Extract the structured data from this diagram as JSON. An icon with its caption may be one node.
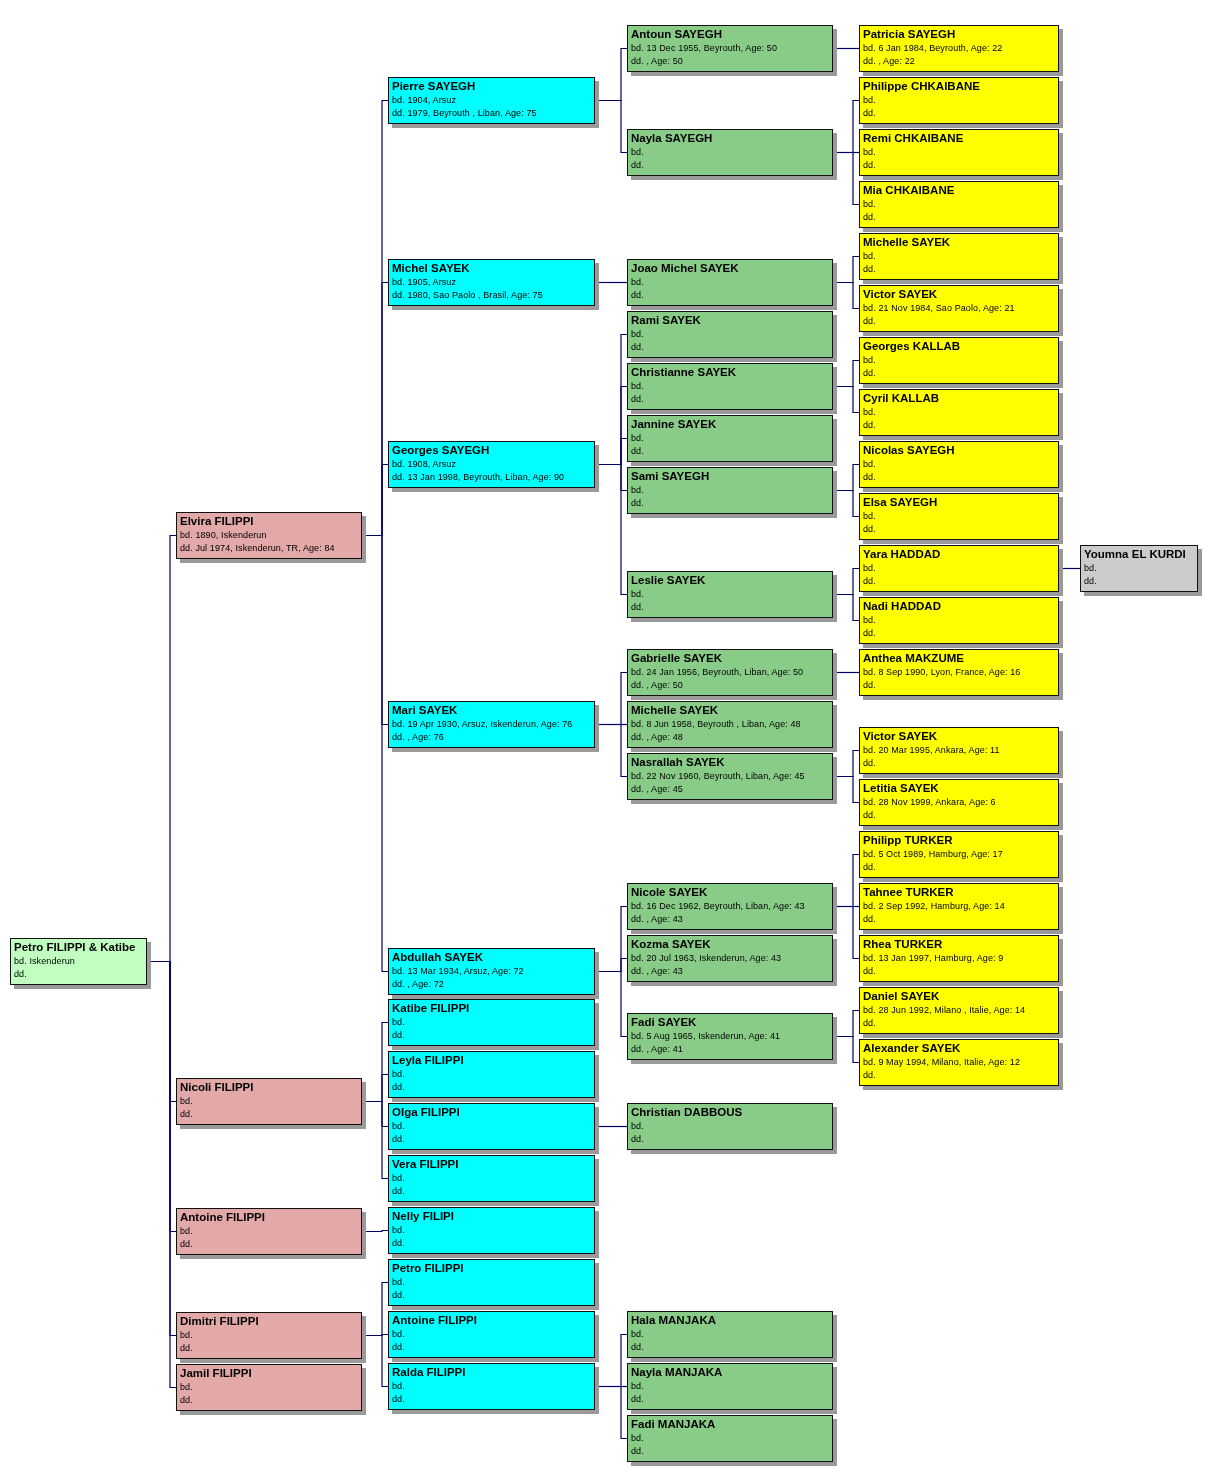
{
  "diagram": {
    "nodes": [
      {
        "text": [
          "Petro FILIPPI & Katibe",
          "bd. Iskenderun",
          "dd."
        ]
      },
      {
        "text": [
          "Elvira FILIPPI",
          "bd. 1890, Iskenderun",
          "dd. Jul 1974, Iskenderun, TR, Age: 84"
        ]
      },
      {
        "text": [
          "Pierre SAYEGH",
          "bd. 1904, Arsuz",
          "dd. 1979, Beyrouth , Liban, Age: 75"
        ]
      },
      {
        "text": [
          "Antoun SAYEGH",
          "bd. 13 Dec 1955, Beyrouth, Age: 50",
          "dd. , Age: 50"
        ]
      },
      {
        "text": [
          "Patricia SAYEGH",
          "bd. 6 Jan 1984, Beyrouth, Age: 22",
          "dd. , Age: 22"
        ]
      },
      {
        "text": [
          "Nayla SAYEGH",
          "bd.",
          "dd."
        ]
      },
      {
        "text": [
          "Philippe CHKAIBANE",
          "bd.",
          "dd."
        ]
      },
      {
        "text": [
          "Remi CHKAIBANE",
          "bd.",
          "dd."
        ]
      },
      {
        "text": [
          "Mia CHKAIBANE",
          "bd.",
          "dd."
        ]
      },
      {
        "text": [
          "Michel SAYEK",
          "bd. 1905, Arsuz",
          "dd. 1980, Sao Paolo , Brasil, Age: 75"
        ]
      },
      {
        "text": [
          "Joao Michel SAYEK",
          "bd.",
          "dd."
        ]
      },
      {
        "text": [
          "Michelle SAYEK",
          "bd.",
          "dd."
        ]
      },
      {
        "text": [
          "Victor SAYEK",
          "bd. 21 Nov 1984, Sao Paolo, Age: 21",
          "dd."
        ]
      },
      {
        "text": [
          "Georges SAYEGH",
          "bd. 1908, Arsuz",
          "dd. 13 Jan 1998, Beyrouth, Liban, Age: 90"
        ]
      },
      {
        "text": [
          "Rami SAYEK",
          "bd.",
          "dd."
        ]
      },
      {
        "text": [
          "Christianne SAYEK",
          "bd.",
          "dd."
        ]
      },
      {
        "text": [
          "Georges KALLAB",
          "bd.",
          "dd."
        ]
      },
      {
        "text": [
          "Cyril KALLAB",
          "bd.",
          "dd."
        ]
      },
      {
        "text": [
          "Jannine SAYEK",
          "bd.",
          "dd."
        ]
      },
      {
        "text": [
          "Sami SAYEGH",
          "bd.",
          "dd."
        ]
      },
      {
        "text": [
          "Nicolas SAYEGH",
          "bd.",
          "dd."
        ]
      },
      {
        "text": [
          "Elsa SAYEGH",
          "bd.",
          "dd."
        ]
      },
      {
        "text": [
          "Leslie SAYEK",
          "bd.",
          "dd."
        ]
      },
      {
        "text": [
          "Yara HADDAD",
          "bd.",
          "dd."
        ]
      },
      {
        "text": [
          "Youmna EL KURDI",
          "bd.",
          "dd."
        ]
      },
      {
        "text": [
          "Nadi HADDAD",
          "bd.",
          "dd."
        ]
      },
      {
        "text": [
          "Mari SAYEK",
          "bd. 19 Apr 1930, Arsuz, Iskenderun, Age: 76",
          "dd. , Age: 76"
        ]
      },
      {
        "text": [
          "Gabrielle SAYEK",
          "bd. 24 Jan 1956, Beyrouth, Liban, Age: 50",
          "dd. , Age: 50"
        ]
      },
      {
        "text": [
          "Anthea MAKZUME",
          "bd. 8 Sep 1990, Lyon, France, Age: 16",
          "dd."
        ]
      },
      {
        "text": [
          "Michelle SAYEK",
          "bd. 8 Jun 1958, Beyrouth , Liban, Age: 48",
          "dd. , Age: 48"
        ]
      },
      {
        "text": [
          "Nasrallah SAYEK",
          "bd. 22 Nov 1960, Beyrouth, Liban, Age: 45",
          "dd. , Age: 45"
        ]
      },
      {
        "text": [
          "Victor SAYEK",
          "bd. 20 Mar 1995, Ankara, Age: 11",
          "dd."
        ]
      },
      {
        "text": [
          "Letitia SAYEK",
          "bd. 28 Nov 1999, Ankara, Age: 6",
          "dd."
        ]
      },
      {
        "text": [
          "Abdullah SAYEK",
          "bd. 13 Mar 1934, Arsuz, Age: 72",
          "dd. , Age: 72"
        ]
      },
      {
        "text": [
          "Nicole SAYEK",
          "bd. 16 Dec 1962, Beyrouth, Liban, Age: 43",
          "dd. , Age: 43"
        ]
      },
      {
        "text": [
          "Philipp TURKER",
          "bd. 5 Oct 1989, Hamburg, Age: 17",
          "dd."
        ]
      },
      {
        "text": [
          "Tahnee TURKER",
          "bd. 2 Sep 1992, Hamburg, Age: 14",
          "dd."
        ]
      },
      {
        "text": [
          "Rhea TURKER",
          "bd. 13 Jan 1997, Hamburg, Age: 9",
          "dd."
        ]
      },
      {
        "text": [
          "Kozma SAYEK",
          "bd. 20 Jul 1963, Iskenderun, Age: 43",
          "dd. , Age: 43"
        ]
      },
      {
        "text": [
          "Fadi SAYEK",
          "bd. 5 Aug 1965, Iskenderun, Age: 41",
          "dd. , Age: 41"
        ]
      },
      {
        "text": [
          "Daniel SAYEK",
          "bd. 28 Jun 1992, Milano , Italie, Age: 14",
          "dd."
        ]
      },
      {
        "text": [
          "Alexander SAYEK",
          "bd. 9 May 1994, Milano, Italie, Age: 12",
          "dd."
        ]
      },
      {
        "text": [
          "Nicoli FILIPPI",
          "bd.",
          "dd."
        ]
      },
      {
        "text": [
          "Katibe FILIPPI",
          "bd.",
          "dd."
        ]
      },
      {
        "text": [
          "Leyla FILIPPI",
          "bd.",
          "dd."
        ]
      },
      {
        "text": [
          "Olga FILIPPI",
          "bd.",
          "dd."
        ]
      },
      {
        "text": [
          "Christian DABBOUS",
          "bd.",
          "dd."
        ]
      },
      {
        "text": [
          "Vera FILIPPI",
          "bd.",
          "dd."
        ]
      },
      {
        "text": [
          "Antoine FILIPPI",
          "bd.",
          "dd."
        ]
      },
      {
        "text": [
          "Nelly FILIPI",
          "bd.",
          "dd."
        ]
      },
      {
        "text": [
          "Dimitri FILIPPI",
          "bd.",
          "dd."
        ]
      },
      {
        "text": [
          "Petro FILIPPI",
          "bd.",
          "dd."
        ]
      },
      {
        "text": [
          "Antoine FILIPPI",
          "bd.",
          "dd."
        ]
      },
      {
        "text": [
          "Ralda FILIPPI",
          "bd.",
          "dd."
        ]
      },
      {
        "text": [
          "Hala MANJAKA",
          "bd.",
          "dd."
        ]
      },
      {
        "text": [
          "Nayla MANJAKA",
          "bd.",
          "dd."
        ]
      },
      {
        "text": [
          "Fadi MANJAKA",
          "bd.",
          "dd."
        ]
      },
      {
        "text": [
          "Jamil FILIPPI",
          "bd.",
          "dd."
        ]
      }
    ],
    "edges": [
      {
        "from": 0,
        "to": 1,
        "arrow": "none"
      },
      {
        "from": 0,
        "to": 42,
        "arrow": "none"
      },
      {
        "from": 0,
        "to": 48,
        "arrow": "none"
      },
      {
        "from": 0,
        "to": 50,
        "arrow": "none"
      },
      {
        "from": 0,
        "to": 57,
        "arrow": "none"
      },
      {
        "from": 1,
        "to": 2,
        "arrow": "none"
      },
      {
        "from": 1,
        "to": 9,
        "arrow": "none"
      },
      {
        "from": 1,
        "to": 13,
        "arrow": "none"
      },
      {
        "from": 1,
        "to": 26,
        "arrow": "none"
      },
      {
        "from": 1,
        "to": 33,
        "arrow": "none"
      },
      {
        "from": 2,
        "to": 3,
        "arrow": "none"
      },
      {
        "from": 2,
        "to": 5,
        "arrow": "none"
      },
      {
        "from": 3,
        "to": 4,
        "arrow": "none"
      },
      {
        "from": 5,
        "to": 6,
        "arrow": "none"
      },
      {
        "from": 5,
        "to": 7,
        "arrow": "none"
      },
      {
        "from": 5,
        "to": 8,
        "arrow": "none"
      },
      {
        "from": 9,
        "to": 10,
        "arrow": "none"
      },
      {
        "from": 10,
        "to": 11,
        "arrow": "none"
      },
      {
        "from": 10,
        "to": 12,
        "arrow": "none"
      },
      {
        "from": 13,
        "to": 14,
        "arrow": "none"
      },
      {
        "from": 13,
        "to": 15,
        "arrow": "none"
      },
      {
        "from": 13,
        "to": 18,
        "arrow": "none"
      },
      {
        "from": 13,
        "to": 19,
        "arrow": "none"
      },
      {
        "from": 13,
        "to": 22,
        "arrow": "none"
      },
      {
        "from": 15,
        "to": 16,
        "arrow": "none"
      },
      {
        "from": 15,
        "to": 17,
        "arrow": "none"
      },
      {
        "from": 19,
        "to": 20,
        "arrow": "none"
      },
      {
        "from": 19,
        "to": 21,
        "arrow": "none"
      },
      {
        "from": 22,
        "to": 23,
        "arrow": "none"
      },
      {
        "from": 22,
        "to": 25,
        "arrow": "none"
      },
      {
        "from": 23,
        "to": 24,
        "arrow": "none"
      },
      {
        "from": 26,
        "to": 27,
        "arrow": "none"
      },
      {
        "from": 26,
        "to": 29,
        "arrow": "none"
      },
      {
        "from": 26,
        "to": 30,
        "arrow": "none"
      },
      {
        "from": 27,
        "to": 28,
        "arrow": "none"
      },
      {
        "from": 30,
        "to": 31,
        "arrow": "none"
      },
      {
        "from": 30,
        "to": 32,
        "arrow": "none"
      },
      {
        "from": 33,
        "to": 34,
        "arrow": "none"
      },
      {
        "from": 33,
        "to": 38,
        "arrow": "none"
      },
      {
        "from": 33,
        "to": 39,
        "arrow": "none"
      },
      {
        "from": 34,
        "to": 35,
        "arrow": "none"
      },
      {
        "from": 34,
        "to": 36,
        "arrow": "none"
      },
      {
        "from": 34,
        "to": 37,
        "arrow": "none"
      },
      {
        "from": 39,
        "to": 40,
        "arrow": "none"
      },
      {
        "from": 39,
        "to": 41,
        "arrow": "none"
      },
      {
        "from": 42,
        "to": 43,
        "arrow": "none"
      },
      {
        "from": 42,
        "to": 44,
        "arrow": "none"
      },
      {
        "from": 42,
        "to": 45,
        "arrow": "none"
      },
      {
        "from": 42,
        "to": 47,
        "arrow": "none"
      },
      {
        "from": 45,
        "to": 46,
        "arrow": "none"
      },
      {
        "from": 48,
        "to": 49,
        "arrow": "none"
      },
      {
        "from": 50,
        "to": 51,
        "arrow": "none"
      },
      {
        "from": 50,
        "to": 52,
        "arrow": "none"
      },
      {
        "from": 50,
        "to": 53,
        "arrow": "none"
      },
      {
        "from": 53,
        "to": 54,
        "arrow": "none"
      },
      {
        "from": 53,
        "to": 55,
        "arrow": "none"
      },
      {
        "from": 53,
        "to": 56,
        "arrow": "none"
      }
    ]
  }
}
